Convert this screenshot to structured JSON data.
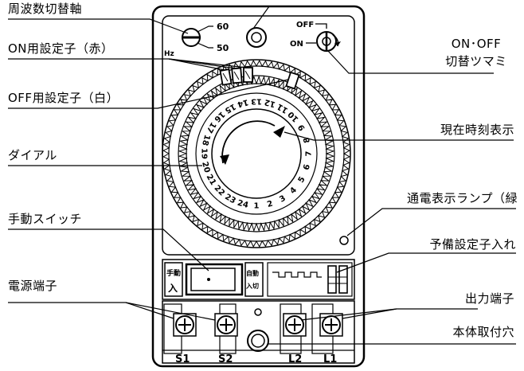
{
  "labels": {
    "freq_axis": "周波数切替軸",
    "on_pin": "ON用設定子（赤）",
    "off_pin": "OFF用設定子（白）",
    "dial": "ダイアル",
    "manual_switch": "手動スイッチ",
    "power_terminal": "電源端子",
    "onoff_knob_line1": "ON･OFF",
    "onoff_knob_line2": "切替ツマミ",
    "current_time": "現在時刻表示",
    "power_lamp": "通電表示ランプ（緑",
    "spare_pins": "予備設定子入れ",
    "output_terminal": "出力端子",
    "mount_hole": "本体取付穴"
  },
  "device": {
    "freq_60": "60",
    "freq_50": "50",
    "freq_hz": "Hz",
    "off_mark": "OFF",
    "on_mark": "ON",
    "manual_label_1": "手動",
    "manual_label_2": "入",
    "auto_label_1": "自動",
    "auto_label_2": "入切",
    "terminal_s1": "S1",
    "terminal_s2": "S2",
    "terminal_l2": "L2",
    "terminal_l1": "L1",
    "dial_numbers": [
      "1",
      "2",
      "3",
      "4",
      "5",
      "6",
      "7",
      "8",
      "9",
      "10",
      "11",
      "12",
      "13",
      "14",
      "15",
      "16",
      "17",
      "18",
      "19",
      "20",
      "21",
      "22",
      "23",
      "24"
    ]
  }
}
